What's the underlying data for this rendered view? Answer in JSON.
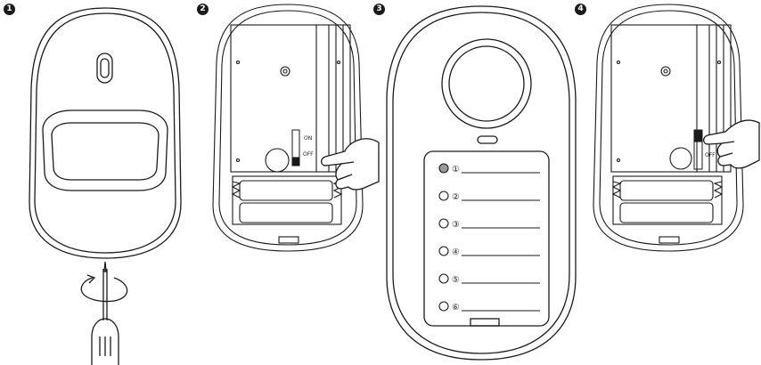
{
  "steps": [
    {
      "number": "1",
      "description": "Unscrew the screw at the bottom of the detector"
    },
    {
      "number": "2",
      "description": "Open the detector and slide the switch"
    },
    {
      "number": "3",
      "description": "Control panel with zone list"
    },
    {
      "number": "4",
      "description": "Set the switch to ON"
    }
  ],
  "switch_labels": {
    "on": "ON",
    "off": "OFF"
  },
  "panel": {
    "zones": [
      {
        "label": "①",
        "active": true
      },
      {
        "label": "②",
        "active": false
      },
      {
        "label": "③",
        "active": false
      },
      {
        "label": "④",
        "active": false
      },
      {
        "label": "⑤",
        "active": false
      },
      {
        "label": "⑥",
        "active": false
      }
    ]
  },
  "colors": {
    "ink": "#1a1a1a",
    "active_led": "#999999",
    "switch_knob": "#1a1a1a"
  }
}
